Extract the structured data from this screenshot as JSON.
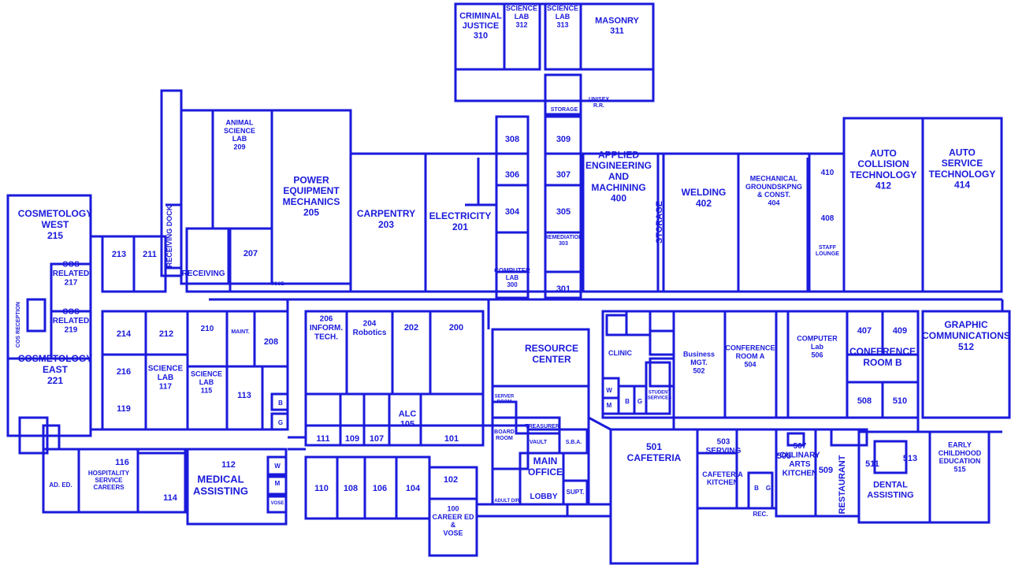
{
  "map": {
    "line_color": "#1a1adc",
    "rooms": [
      {
        "id": "r310",
        "lines": [
          "CRIMINAL",
          "JUSTICE",
          "310"
        ]
      },
      {
        "id": "r312",
        "lines": [
          "SCIENCE",
          "LAB",
          "312"
        ]
      },
      {
        "id": "r313",
        "lines": [
          "SCIENCE",
          "LAB",
          "313"
        ]
      },
      {
        "id": "r311",
        "lines": [
          "MASONRY",
          "311"
        ]
      },
      {
        "id": "storage3",
        "lines": [
          "STORAGE"
        ]
      },
      {
        "id": "unisex",
        "lines": [
          "UNISEX",
          "R.R."
        ]
      },
      {
        "id": "r308",
        "lines": [
          "308"
        ]
      },
      {
        "id": "r309",
        "lines": [
          "309"
        ]
      },
      {
        "id": "r306",
        "lines": [
          "306"
        ]
      },
      {
        "id": "r307",
        "lines": [
          "307"
        ]
      },
      {
        "id": "r304",
        "lines": [
          "304"
        ]
      },
      {
        "id": "r305",
        "lines": [
          "305"
        ]
      },
      {
        "id": "r303",
        "lines": [
          "REMEDIATION",
          "303"
        ]
      },
      {
        "id": "r300",
        "lines": [
          "COMPUTER",
          "LAB",
          "300"
        ]
      },
      {
        "id": "r301",
        "lines": [
          "301"
        ]
      },
      {
        "id": "r209",
        "lines": [
          "ANIMAL",
          "SCIENCE",
          "LAB",
          "209"
        ]
      },
      {
        "id": "r205",
        "lines": [
          "POWER",
          "EQUIPMENT",
          "MECHANICS",
          "205"
        ]
      },
      {
        "id": "r207",
        "lines": [
          "207"
        ]
      },
      {
        "id": "dock",
        "lines": [
          "RECEIVING DOCK"
        ]
      },
      {
        "id": "receiving",
        "lines": [
          "RECEIVING"
        ]
      },
      {
        "id": "vose1",
        "lines": [
          "VOSE"
        ]
      },
      {
        "id": "r203",
        "lines": [
          "CARPENTRY",
          "203"
        ]
      },
      {
        "id": "r201",
        "lines": [
          "ELECTRICITY",
          "201"
        ]
      },
      {
        "id": "r400",
        "lines": [
          "APPLIED",
          "ENGINEERING",
          "AND",
          "MACHINING",
          "400"
        ]
      },
      {
        "id": "storage4",
        "lines": [
          "STORAGE"
        ]
      },
      {
        "id": "r402",
        "lines": [
          "WELDING",
          "402"
        ]
      },
      {
        "id": "r404",
        "lines": [
          "MECHANICAL",
          "GROUNDSKPNG",
          "& CONST.",
          "404"
        ]
      },
      {
        "id": "r410",
        "lines": [
          "410"
        ]
      },
      {
        "id": "r408",
        "lines": [
          "408"
        ]
      },
      {
        "id": "staff",
        "lines": [
          "STAFF",
          "LOUNGE"
        ]
      },
      {
        "id": "r412",
        "lines": [
          "AUTO",
          "COLLISION",
          "TECHNOLOGY",
          "412"
        ]
      },
      {
        "id": "r414",
        "lines": [
          "AUTO",
          "SERVICE",
          "TECHNOLOGY",
          "414"
        ]
      },
      {
        "id": "r215",
        "lines": [
          "COSMETOLOGY",
          "WEST",
          "215"
        ]
      },
      {
        "id": "r217",
        "lines": [
          "COS",
          "RELATED",
          "217"
        ]
      },
      {
        "id": "r219",
        "lines": [
          "COS",
          "RELATED",
          "219"
        ]
      },
      {
        "id": "r221",
        "lines": [
          "COSMETOLOGY",
          "EAST",
          "221"
        ]
      },
      {
        "id": "cosrec",
        "lines": [
          "COS RECEPTION"
        ]
      },
      {
        "id": "r213",
        "lines": [
          "213"
        ]
      },
      {
        "id": "r211",
        "lines": [
          "211"
        ]
      },
      {
        "id": "r214",
        "lines": [
          "214"
        ]
      },
      {
        "id": "r212",
        "lines": [
          "212"
        ]
      },
      {
        "id": "r216",
        "lines": [
          "216"
        ]
      },
      {
        "id": "r119",
        "lines": [
          "119"
        ]
      },
      {
        "id": "r117",
        "lines": [
          "SCIENCE",
          "LAB",
          "117"
        ]
      },
      {
        "id": "r210",
        "lines": [
          "210"
        ]
      },
      {
        "id": "maint",
        "lines": [
          "MAINT."
        ]
      },
      {
        "id": "r208",
        "lines": [
          "208"
        ]
      },
      {
        "id": "r115",
        "lines": [
          "SCIENCE",
          "LAB",
          "115"
        ]
      },
      {
        "id": "r113",
        "lines": [
          "113"
        ]
      },
      {
        "id": "b1",
        "lines": [
          "B"
        ]
      },
      {
        "id": "g1",
        "lines": [
          "G"
        ]
      },
      {
        "id": "r206",
        "lines": [
          "206",
          "INFORM.",
          "TECH."
        ]
      },
      {
        "id": "r204",
        "lines": [
          "204",
          "Robotics"
        ]
      },
      {
        "id": "r202",
        "lines": [
          "202"
        ]
      },
      {
        "id": "r200",
        "lines": [
          "200"
        ]
      },
      {
        "id": "r111",
        "lines": [
          "111"
        ]
      },
      {
        "id": "r109",
        "lines": [
          "109"
        ]
      },
      {
        "id": "r107",
        "lines": [
          "107"
        ]
      },
      {
        "id": "r105",
        "lines": [
          "ALC",
          "105"
        ]
      },
      {
        "id": "r101",
        "lines": [
          "101"
        ]
      },
      {
        "id": "resource",
        "lines": [
          "RESOURCE",
          "CENTER"
        ]
      },
      {
        "id": "server",
        "lines": [
          "SERVER",
          "ROOM"
        ]
      },
      {
        "id": "treasurer",
        "lines": [
          "TREASURER"
        ]
      },
      {
        "id": "vault",
        "lines": [
          "VAULT"
        ]
      },
      {
        "id": "sba",
        "lines": [
          "S.B.A."
        ]
      },
      {
        "id": "board",
        "lines": [
          "BOARD",
          "ROOM"
        ]
      },
      {
        "id": "mainoffice",
        "lines": [
          "MAIN",
          "OFFICE"
        ]
      },
      {
        "id": "adultdir",
        "lines": [
          "ADULT DIR."
        ]
      },
      {
        "id": "supt",
        "lines": [
          "SUPT."
        ]
      },
      {
        "id": "r112",
        "lines": [
          "112"
        ]
      },
      {
        "id": "medical",
        "lines": [
          "MEDICAL",
          "ASSISTING"
        ]
      },
      {
        "id": "w1",
        "lines": [
          "W"
        ]
      },
      {
        "id": "m1",
        "lines": [
          "M"
        ]
      },
      {
        "id": "vose2",
        "lines": [
          "VOSE"
        ]
      },
      {
        "id": "r116",
        "lines": [
          "116"
        ]
      },
      {
        "id": "hospitality",
        "lines": [
          "HOSPITALITY",
          "SERVICE",
          "CAREERS"
        ]
      },
      {
        "id": "r114",
        "lines": [
          "114"
        ]
      },
      {
        "id": "adult_ed",
        "lines": [
          "AD. ED."
        ]
      },
      {
        "id": "r110",
        "lines": [
          "110"
        ]
      },
      {
        "id": "r108",
        "lines": [
          "108"
        ]
      },
      {
        "id": "r106",
        "lines": [
          "106"
        ]
      },
      {
        "id": "r104",
        "lines": [
          "104"
        ]
      },
      {
        "id": "r102",
        "lines": [
          "102"
        ]
      },
      {
        "id": "r100",
        "lines": [
          "100",
          "CAREER ED",
          "&",
          "VOSE"
        ]
      },
      {
        "id": "lobby",
        "lines": [
          "LOBBY"
        ]
      },
      {
        "id": "clinic",
        "lines": [
          "CLINIC"
        ]
      },
      {
        "id": "w2",
        "lines": [
          "W"
        ]
      },
      {
        "id": "m2",
        "lines": [
          "M"
        ]
      },
      {
        "id": "b2",
        "lines": [
          "B"
        ]
      },
      {
        "id": "g2",
        "lines": [
          "G"
        ]
      },
      {
        "id": "student",
        "lines": [
          "STUDENT",
          "SERVICES"
        ]
      },
      {
        "id": "r502",
        "lines": [
          "Business",
          "MGT.",
          "502"
        ]
      },
      {
        "id": "r504",
        "lines": [
          "CONFERENCE",
          "ROOM A",
          "504"
        ]
      },
      {
        "id": "r506",
        "lines": [
          "COMPUTER",
          "Lab",
          "506"
        ]
      },
      {
        "id": "r407",
        "lines": [
          "407"
        ]
      },
      {
        "id": "r409",
        "lines": [
          "409"
        ]
      },
      {
        "id": "confb",
        "lines": [
          "CONFERENCE",
          "ROOM B"
        ]
      },
      {
        "id": "r508",
        "lines": [
          "508"
        ]
      },
      {
        "id": "r510",
        "lines": [
          "510"
        ]
      },
      {
        "id": "r512",
        "lines": [
          "GRAPHIC",
          "COMMUNICATIONS",
          "512"
        ]
      },
      {
        "id": "r501",
        "lines": [
          "501",
          "CAFETERIA"
        ]
      },
      {
        "id": "r503",
        "lines": [
          "503",
          "SERVING"
        ]
      },
      {
        "id": "cafkitchen",
        "lines": [
          "CAFETERIA",
          "KITCHEN"
        ]
      },
      {
        "id": "r505",
        "lines": [
          "505"
        ]
      },
      {
        "id": "b3",
        "lines": [
          "B"
        ]
      },
      {
        "id": "g3",
        "lines": [
          "G"
        ]
      },
      {
        "id": "rec",
        "lines": [
          "REC."
        ]
      },
      {
        "id": "r507",
        "lines": [
          "507",
          "CULINARY",
          "ARTS",
          "KITCHEN"
        ]
      },
      {
        "id": "r509",
        "lines": [
          "509"
        ]
      },
      {
        "id": "restaurant",
        "lines": [
          "RESTAURANT"
        ]
      },
      {
        "id": "r511",
        "lines": [
          "511"
        ]
      },
      {
        "id": "r513",
        "lines": [
          "513"
        ]
      },
      {
        "id": "dental",
        "lines": [
          "DENTAL",
          "ASSISTING"
        ]
      },
      {
        "id": "r515",
        "lines": [
          "EARLY",
          "CHILDHOOD",
          "EDUCATION",
          "515"
        ]
      }
    ]
  }
}
